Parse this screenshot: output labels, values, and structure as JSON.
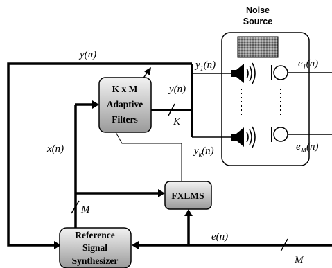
{
  "noise_source": {
    "line1": "Noise",
    "line2": "Source"
  },
  "blocks": {
    "adaptive": {
      "line1": "K x M",
      "line2": "Adaptive",
      "line3": "Filters"
    },
    "fxlms": {
      "label": "FXLMS"
    },
    "synth": {
      "line1": "Reference",
      "line2": "Signal",
      "line3": "Synthesizer"
    }
  },
  "signals": {
    "y_top": "y(n)",
    "y_bus": "y(n)",
    "y1": "y",
    "y1_sub": "1",
    "y1_arg": "(n)",
    "yk": "y",
    "yk_sub": "k",
    "yk_arg": "(n)",
    "e1": "e",
    "e1_sub": "1",
    "e1_arg": "(n)",
    "eM": "e",
    "eM_sub": "M",
    "eM_arg": "(n)",
    "x": "x(n)",
    "e": "e(n)"
  },
  "bus_widths": {
    "K": "K",
    "M_left": "M",
    "M_right": "M"
  },
  "colors": {
    "block_fill_top": "#f2f2f2",
    "block_fill_bottom": "#9a9a9a",
    "line": "#000000"
  }
}
